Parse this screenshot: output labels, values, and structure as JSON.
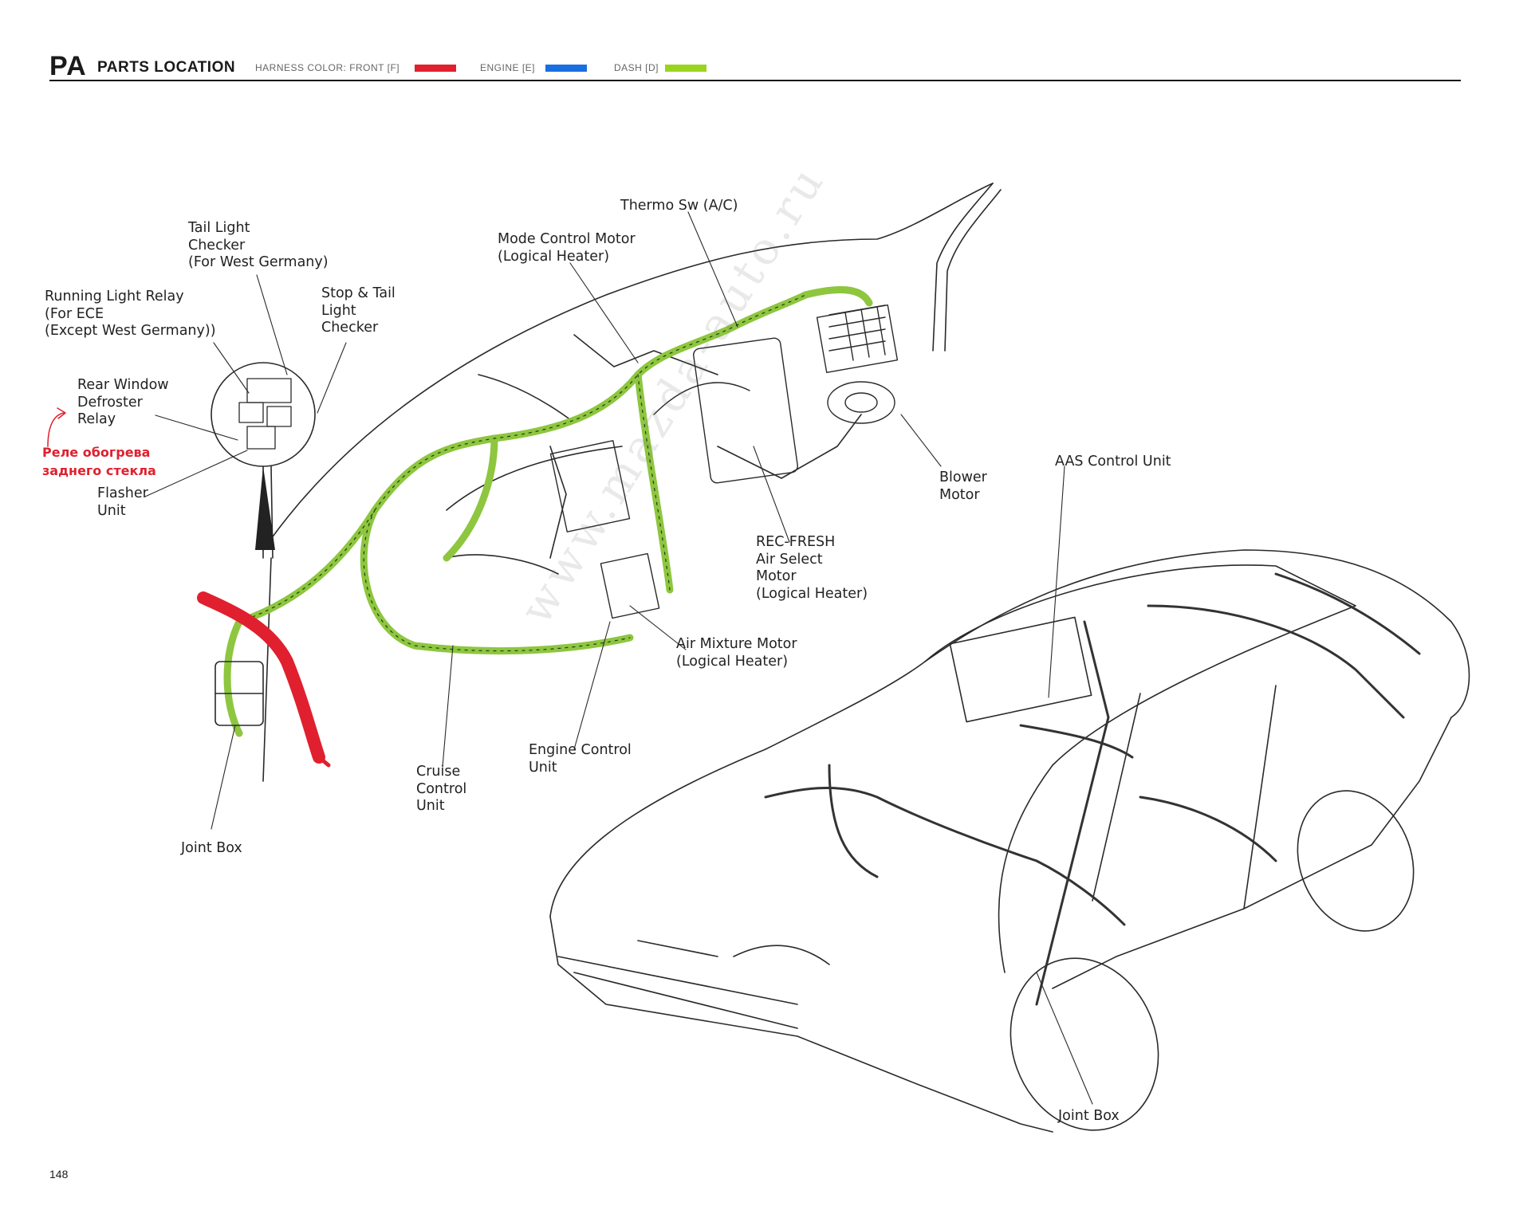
{
  "header": {
    "code": "PA",
    "title": "PARTS LOCATION",
    "legend": [
      {
        "label": "HARNESS COLOR: FRONT [F]",
        "color": "#e0202e"
      },
      {
        "label": "ENGINE [E]",
        "color": "#1a6fe0"
      },
      {
        "label": "DASH [D]",
        "color": "#9ad41e"
      }
    ]
  },
  "labels": {
    "thermo_sw": "Thermo Sw (A/C)",
    "mode_control_motor": "Mode Control Motor\n(Logical Heater)",
    "tail_light_checker": "Tail Light\nChecker\n(For West Germany)",
    "running_light_relay": "Running Light Relay\n(For ECE\n(Except West Germany))",
    "stop_tail_checker": "Stop & Tail\nLight\nChecker",
    "rear_window_relay": "Rear Window\nDefroster\nRelay",
    "flasher_unit": "Flasher\nUnit",
    "blower_motor": "Blower\nMotor",
    "aas_control_unit": "AAS Control Unit",
    "rec_fresh": "REC-FRESH\nAir Select\nMotor\n(Logical Heater)",
    "air_mixture": "Air Mixture Motor\n(Logical Heater)",
    "engine_control_unit": "Engine Control\nUnit",
    "cruise_control_unit": "Cruise\nControl\nUnit",
    "joint_box_left": "Joint Box",
    "joint_box_right": "Joint Box"
  },
  "annotation": {
    "text": "Реле обогрева\nзаднего стекла",
    "color": "#e0202e"
  },
  "watermark": "www.mazda-auto.ru",
  "page_number": "148"
}
